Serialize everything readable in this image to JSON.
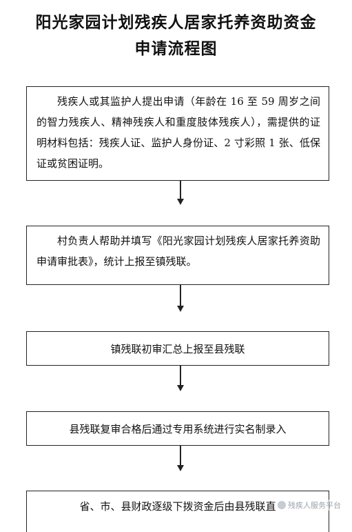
{
  "title": {
    "line1": "阳光家园计划残疾人居家托养资助资金",
    "line2": "申请流程图"
  },
  "steps": [
    {
      "text": "残疾人或其监护人提出申请（年龄在 16 至 59 周岁之间的智力残疾人、精神残疾人和重度肢体残疾人），需提供的证明材料包括：残疾人证、监护人身份证、2 寸彩照 1 张、低保证或贫困证明。"
    },
    {
      "text": "村负责人帮助并填写《阳光家园计划残疾人居家托养资助申请审批表》，统计上报至镇残联。"
    },
    {
      "text": "镇残联初审汇总上报至县残联"
    },
    {
      "text": "县残联复审合格后通过专用系统进行实名制录入"
    },
    {
      "text": "省、市、县财政逐级下拨资金后由县残联直"
    }
  ],
  "watermark": {
    "text": "残疾人服务平台",
    "icon": "wechat-logo-icon"
  }
}
